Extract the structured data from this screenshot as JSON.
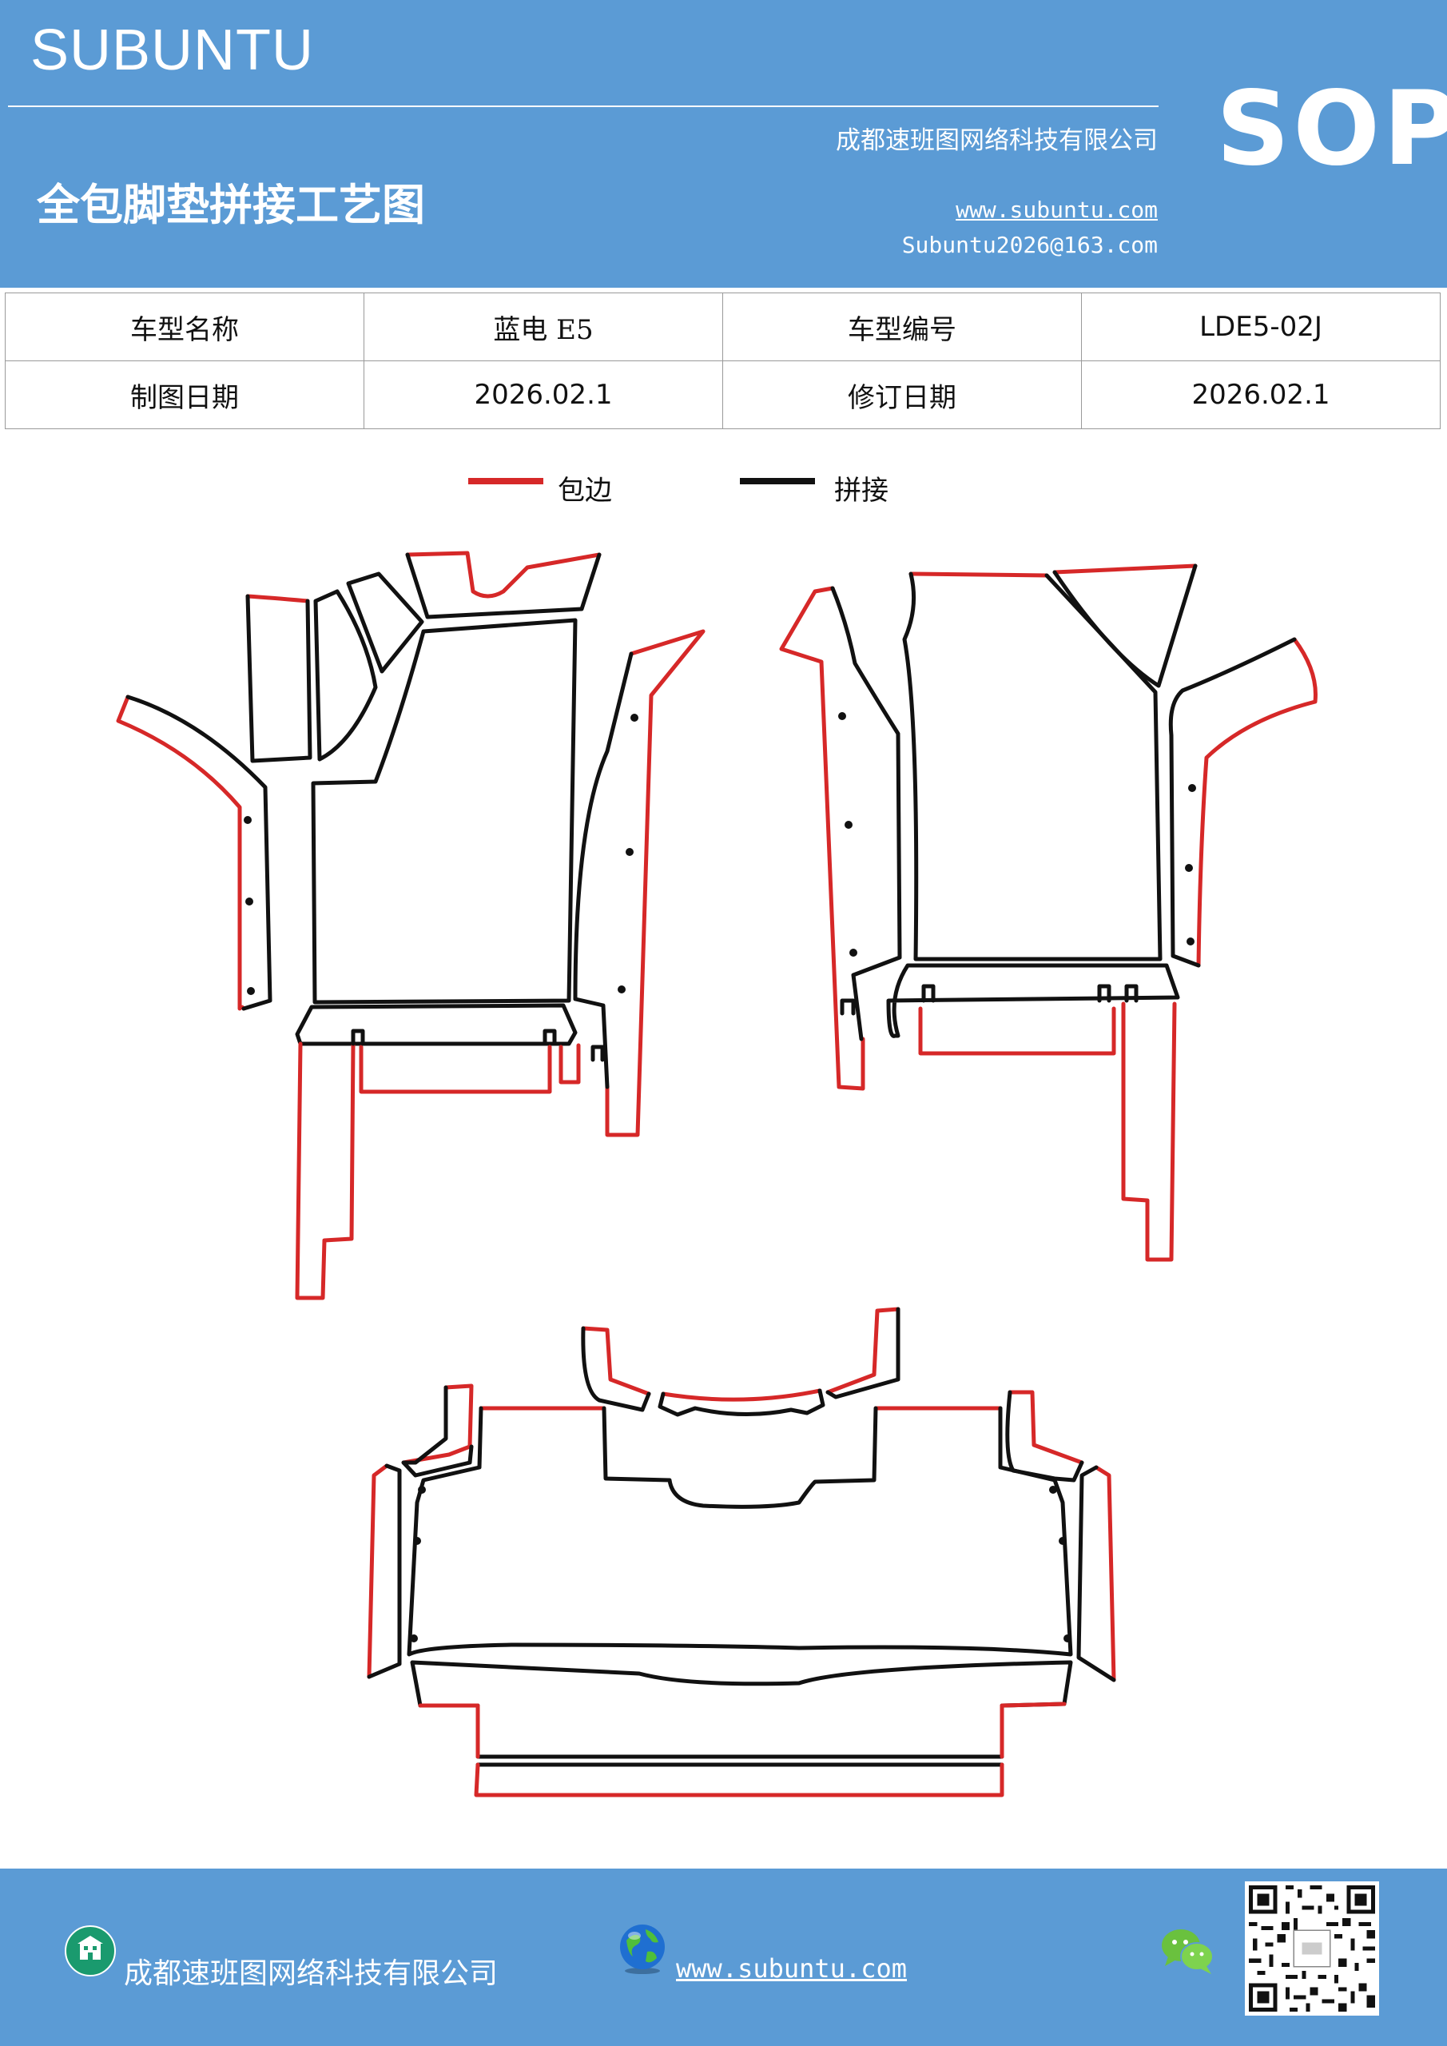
{
  "header": {
    "brand": "SUBUNTU",
    "company": "成都速班图网络科技有限公司",
    "title": "全包脚垫拼接工艺图",
    "website": "www.subuntu.com",
    "email": "Subuntu2026@163.com",
    "badge": "SOP"
  },
  "info_table": {
    "rows": [
      {
        "label1": "车型名称",
        "value1": "蓝电 E5",
        "label2": "车型编号",
        "value2": "LDE5-02J"
      },
      {
        "label1": "制图日期",
        "value1": "2026.02.1",
        "label2": "修订日期",
        "value2": "2026.02.1"
      }
    ]
  },
  "legend": {
    "items": [
      {
        "label": "包边",
        "color": "#d62828"
      },
      {
        "label": "拼接",
        "color": "#111111"
      }
    ]
  },
  "footer": {
    "company": "成都速班图网络科技有限公司",
    "website": "www.subuntu.com"
  },
  "icons": [
    "building-icon",
    "globe-icon",
    "wechat-icon",
    "qr-code"
  ],
  "colors": {
    "header_bg": "#5b9bd5",
    "edge_binding": "#d62828",
    "splice": "#111111"
  }
}
